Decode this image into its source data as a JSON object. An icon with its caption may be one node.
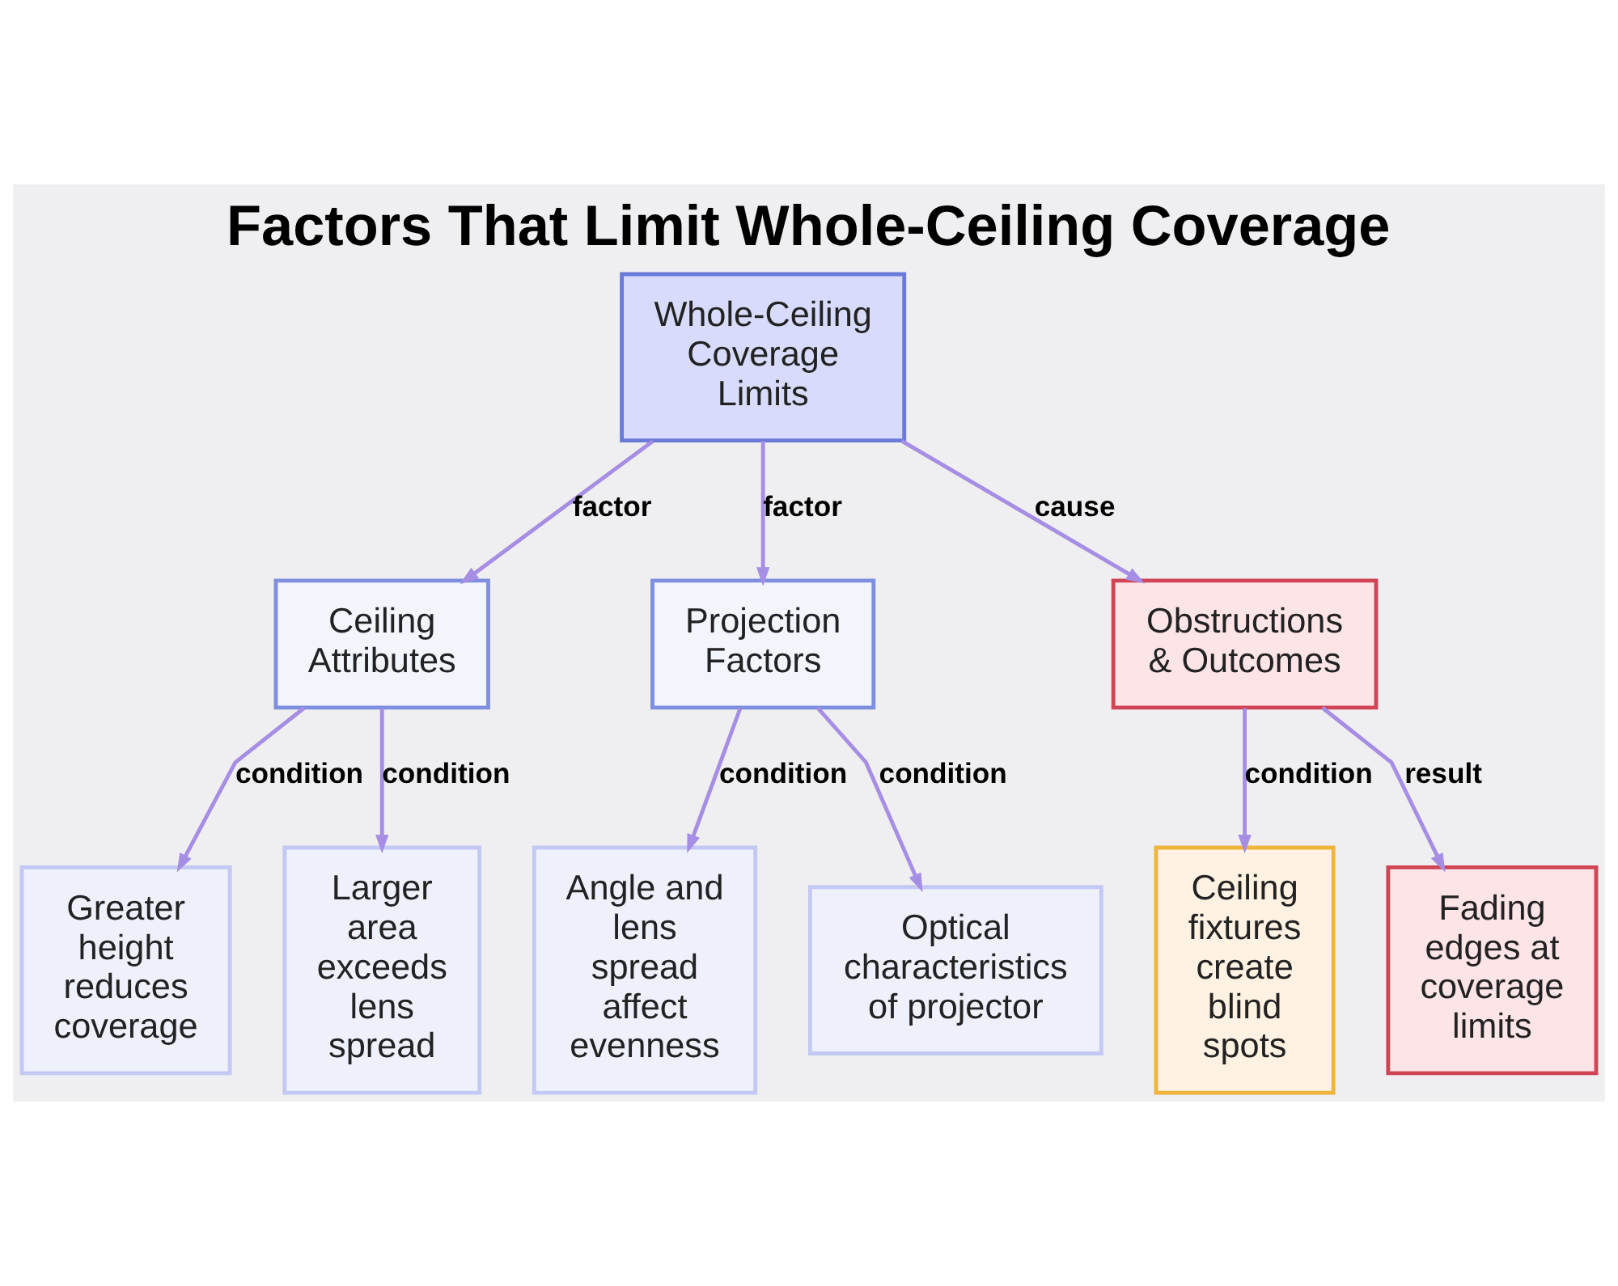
{
  "diagram": {
    "title": "Factors That Limit Whole-Ceiling Coverage",
    "nodes": [
      {
        "text": [
          "Whole-Ceiling Coverage Limits"
        ]
      },
      {
        "text": [
          "Ceiling Attributes"
        ]
      },
      {
        "text": [
          "Projection Factors"
        ]
      },
      {
        "text": [
          "Obstructions & Outcomes"
        ]
      },
      {
        "text": [
          "Greater height reduces coverage"
        ]
      },
      {
        "text": [
          "Larger area exceeds lens spread"
        ]
      },
      {
        "text": [
          "Angle and lens spread affect evenness"
        ]
      },
      {
        "text": [
          "Optical characteristics of projector"
        ]
      },
      {
        "text": [
          "Ceiling fixtures create blind spots"
        ]
      },
      {
        "text": [
          "Fading edges at coverage limits"
        ]
      }
    ],
    "edges": [
      {
        "from": 0,
        "to": 1,
        "arrow": "to",
        "label": "factor"
      },
      {
        "from": 0,
        "to": 2,
        "arrow": "to",
        "label": "factor"
      },
      {
        "from": 0,
        "to": 3,
        "arrow": "to",
        "label": "cause"
      },
      {
        "from": 1,
        "to": 4,
        "arrow": "to",
        "label": "condition"
      },
      {
        "from": 1,
        "to": 5,
        "arrow": "to",
        "label": "condition"
      },
      {
        "from": 2,
        "to": 6,
        "arrow": "to",
        "label": "condition"
      },
      {
        "from": 2,
        "to": 7,
        "arrow": "to",
        "label": "condition"
      },
      {
        "from": 3,
        "to": 8,
        "arrow": "to",
        "label": "condition"
      },
      {
        "from": 3,
        "to": 9,
        "arrow": "to",
        "label": "result"
      }
    ]
  }
}
